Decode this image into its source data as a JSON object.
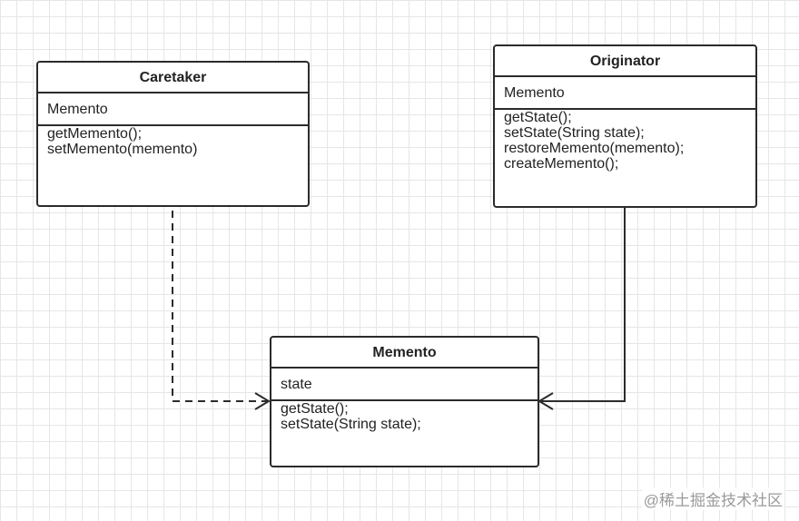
{
  "caretaker": {
    "title": "Caretaker",
    "attributes": "Memento",
    "methods": [
      "getMemento();",
      "setMemento(memento)"
    ]
  },
  "originator": {
    "title": "Originator",
    "attributes": "Memento",
    "methods": [
      "getState();",
      "setState(String state);",
      "restoreMemento(memento);",
      "createMemento();"
    ]
  },
  "memento": {
    "title": "Memento",
    "attributes": "state",
    "methods": [
      "getState();",
      "setState(String state);"
    ]
  },
  "relations": [
    {
      "from": "caretaker",
      "to": "memento",
      "style": "dashed",
      "arrow": "open"
    },
    {
      "from": "originator",
      "to": "memento",
      "style": "solid",
      "arrow": "open"
    }
  ],
  "watermark": "@稀土掘金技术社区"
}
